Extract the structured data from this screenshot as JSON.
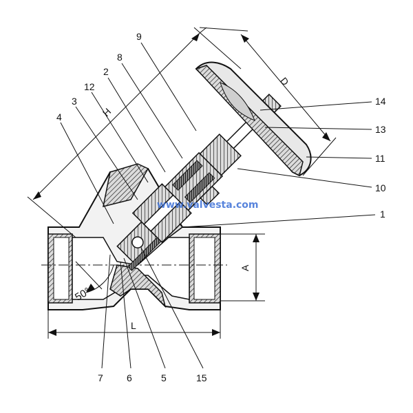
{
  "diagram": {
    "callouts": [
      {
        "id": "9",
        "label": "9"
      },
      {
        "id": "8",
        "label": "8"
      },
      {
        "id": "2",
        "label": "2"
      },
      {
        "id": "12",
        "label": "12"
      },
      {
        "id": "3",
        "label": "3"
      },
      {
        "id": "4",
        "label": "4"
      },
      {
        "id": "14",
        "label": "14"
      },
      {
        "id": "13",
        "label": "13"
      },
      {
        "id": "11",
        "label": "11"
      },
      {
        "id": "10",
        "label": "10"
      },
      {
        "id": "1",
        "label": "1"
      },
      {
        "id": "7",
        "label": "7"
      },
      {
        "id": "6",
        "label": "6"
      },
      {
        "id": "5",
        "label": "5"
      },
      {
        "id": "15",
        "label": "15"
      }
    ],
    "dimensions": {
      "D": "D",
      "H": "H",
      "A": "A",
      "L": "L",
      "angle": "50°"
    },
    "watermark": "www.valvesta.com",
    "colors": {
      "line": "#111111",
      "hatch": "#222222",
      "body_fill": "#d9d9d9",
      "handwheel_fill": "#e6e6e6",
      "watermark": "#3b6fd6"
    }
  }
}
